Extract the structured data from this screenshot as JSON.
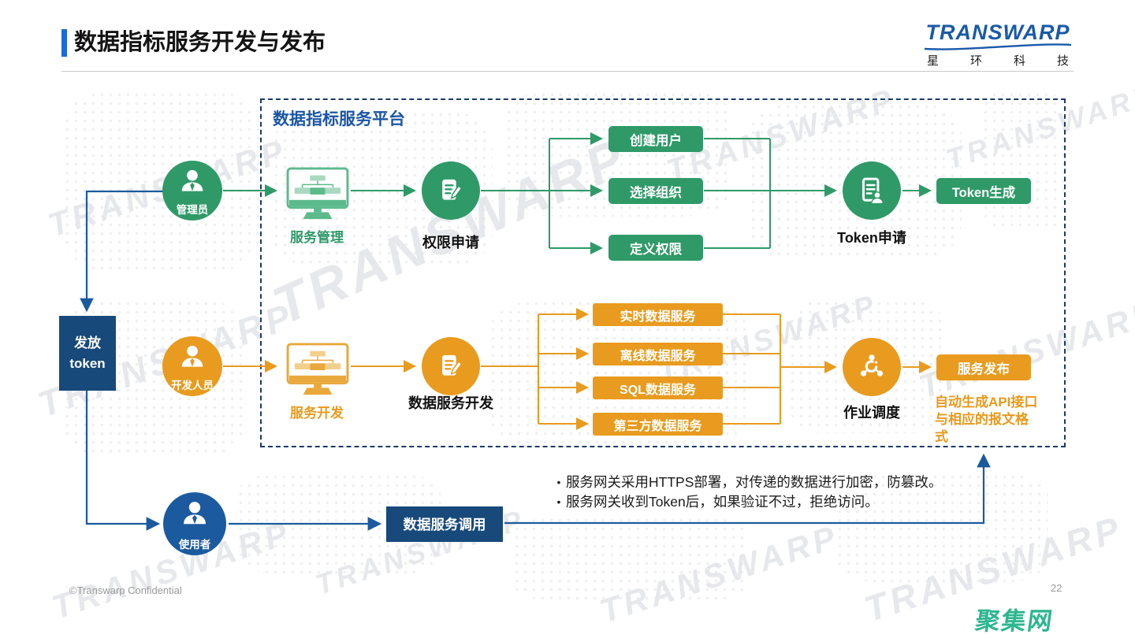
{
  "slide": {
    "title": "数据指标服务开发与发布",
    "footer": "©Transwarp Confidential",
    "page_number": "22",
    "watermark_text": "TRANSWARP",
    "site_watermark": "聚集网"
  },
  "logo": {
    "name": "TRANSWARP",
    "subtitle_chars": [
      "星",
      "环",
      "科",
      "技"
    ]
  },
  "platform": {
    "title": "数据指标服务平台"
  },
  "actors": {
    "admin": {
      "label": "管理员"
    },
    "developer": {
      "label": "开发人员"
    },
    "user": {
      "label": "使用者"
    }
  },
  "token_box": {
    "lines": [
      "发放",
      "token"
    ]
  },
  "admin_flow": {
    "service_mgmt": "服务管理",
    "permission_apply": "权限申请",
    "steps": [
      "创建用户",
      "选择组织",
      "定义权限"
    ],
    "token_apply": "Token申请",
    "token_generate": "Token生成"
  },
  "dev_flow": {
    "service_dev": "服务开发",
    "data_service_dev": "数据服务开发",
    "services": [
      "实时数据服务",
      "离线数据服务",
      "SQL数据服务",
      "第三方数据服务"
    ],
    "job_schedule": "作业调度",
    "service_publish": "服务发布",
    "api_note_lines": [
      "自动生成API接口",
      "与相应的报文格",
      "式"
    ]
  },
  "user_flow": {
    "data_service_call": "数据服务调用"
  },
  "notes": [
    "服务网关采用HTTPS部署，对传递的数据进行加密，防篡改。",
    "服务网关收到Token后，如果验证不过，拒绝访问。"
  ],
  "colors": {
    "green": "#2f9a68",
    "orange": "#e89b1e",
    "navy": "#17497b",
    "blue_line": "#1b5a9e",
    "accent_blue": "#1c6bd8",
    "logo_blue": "#1a5aa8",
    "dashed_border": "#1a3a6b",
    "platform_title_blue": "#1c56a6",
    "site_green": "#2db68f"
  }
}
